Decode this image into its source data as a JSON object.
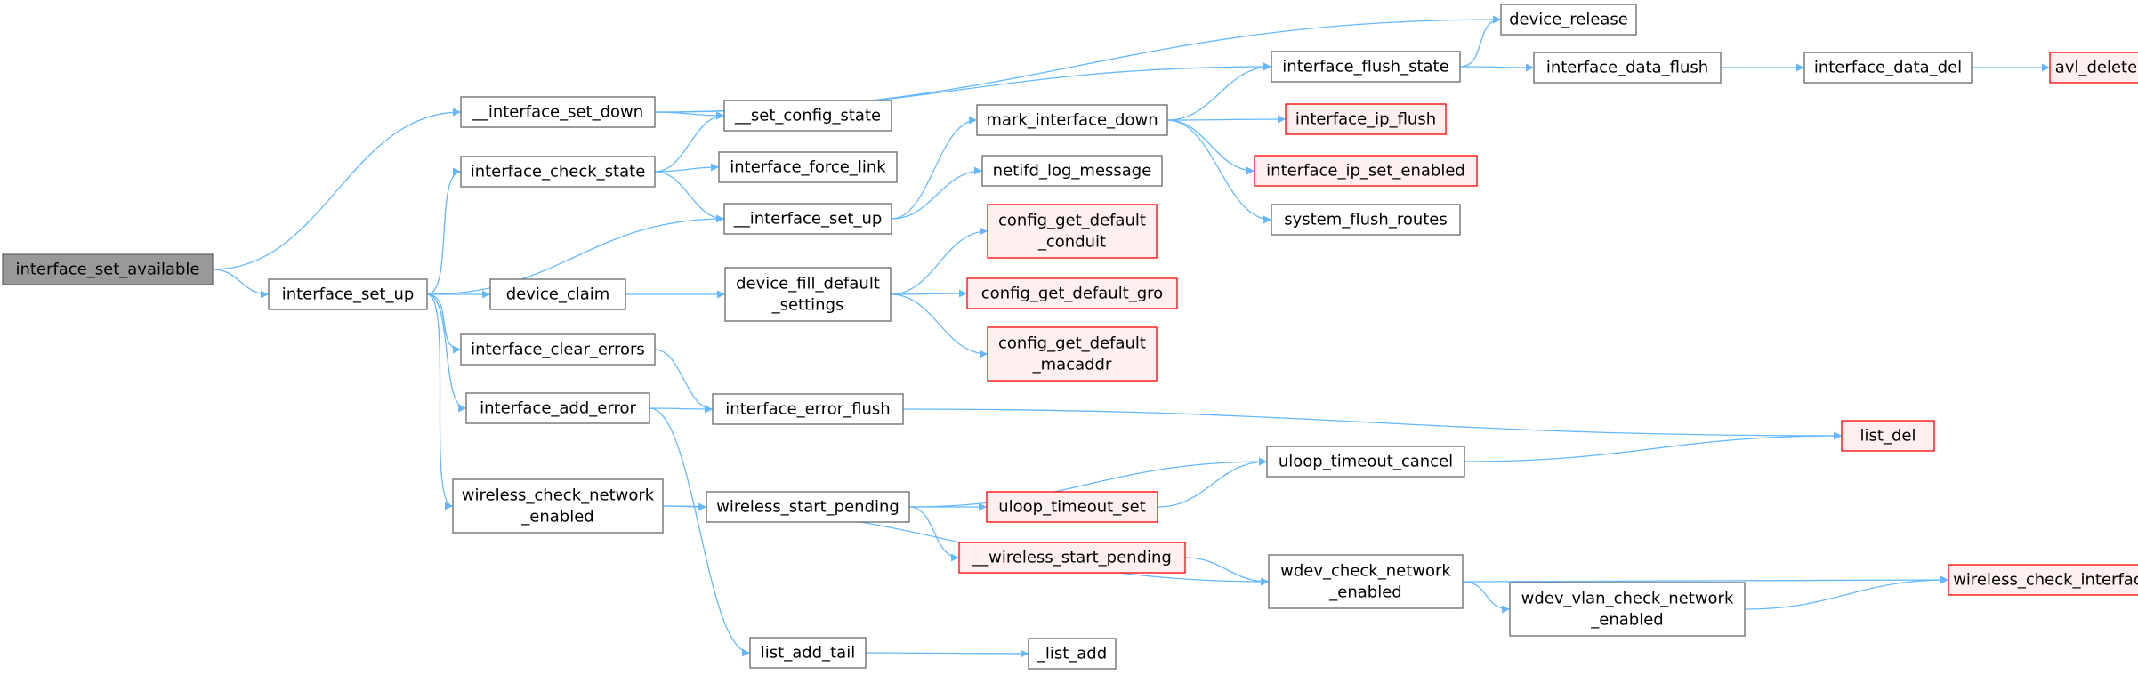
{
  "colors": {
    "edge": "#63b8ff",
    "node_border": "#666666",
    "node_fill": "#ffffff",
    "node_text": "#000000",
    "focus_fill": "#999999",
    "focus_border": "#666666",
    "external_border": "#ff0000",
    "external_fill": "#fff0f0"
  },
  "nodes": {
    "interface_set_available": {
      "lines": [
        "interface_set_available"
      ],
      "kind": "focus"
    },
    "interface_set_up": {
      "lines": [
        "interface_set_up"
      ],
      "kind": "normal"
    },
    "__interface_set_down": {
      "lines": [
        "__interface_set_down"
      ],
      "kind": "normal"
    },
    "interface_check_state": {
      "lines": [
        "interface_check_state"
      ],
      "kind": "normal"
    },
    "device_claim": {
      "lines": [
        "device_claim"
      ],
      "kind": "normal"
    },
    "interface_clear_errors": {
      "lines": [
        "interface_clear_errors"
      ],
      "kind": "normal"
    },
    "interface_add_error": {
      "lines": [
        "interface_add_error"
      ],
      "kind": "normal"
    },
    "wireless_check_network_enabled": {
      "lines": [
        "wireless_check_network",
        "_enabled"
      ],
      "kind": "normal"
    },
    "__set_config_state": {
      "lines": [
        "__set_config_state"
      ],
      "kind": "normal"
    },
    "interface_force_link": {
      "lines": [
        "interface_force_link"
      ],
      "kind": "normal"
    },
    "__interface_set_up": {
      "lines": [
        "__interface_set_up"
      ],
      "kind": "normal"
    },
    "device_fill_default_settings": {
      "lines": [
        "device_fill_default",
        "_settings"
      ],
      "kind": "normal"
    },
    "interface_error_flush": {
      "lines": [
        "interface_error_flush"
      ],
      "kind": "normal"
    },
    "wireless_start_pending": {
      "lines": [
        "wireless_start_pending"
      ],
      "kind": "normal"
    },
    "list_add_tail": {
      "lines": [
        "list_add_tail"
      ],
      "kind": "normal"
    },
    "mark_interface_down": {
      "lines": [
        "mark_interface_down"
      ],
      "kind": "normal"
    },
    "netifd_log_message": {
      "lines": [
        "netifd_log_message"
      ],
      "kind": "normal"
    },
    "config_get_default_conduit": {
      "lines": [
        "config_get_default",
        "_conduit"
      ],
      "kind": "external"
    },
    "config_get_default_gro": {
      "lines": [
        "config_get_default_gro"
      ],
      "kind": "external"
    },
    "config_get_default_macaddr": {
      "lines": [
        "config_get_default",
        "_macaddr"
      ],
      "kind": "external"
    },
    "uloop_timeout_set": {
      "lines": [
        "uloop_timeout_set"
      ],
      "kind": "external"
    },
    "__wireless_start_pending": {
      "lines": [
        "__wireless_start_pending"
      ],
      "kind": "external"
    },
    "_list_add": {
      "lines": [
        "_list_add"
      ],
      "kind": "normal"
    },
    "device_release": {
      "lines": [
        "device_release"
      ],
      "kind": "normal"
    },
    "interface_flush_state": {
      "lines": [
        "interface_flush_state"
      ],
      "kind": "normal"
    },
    "interface_ip_flush": {
      "lines": [
        "interface_ip_flush"
      ],
      "kind": "external"
    },
    "interface_ip_set_enabled": {
      "lines": [
        "interface_ip_set_enabled"
      ],
      "kind": "external"
    },
    "system_flush_routes": {
      "lines": [
        "system_flush_routes"
      ],
      "kind": "normal"
    },
    "uloop_timeout_cancel": {
      "lines": [
        "uloop_timeout_cancel"
      ],
      "kind": "normal"
    },
    "wdev_check_network_enabled": {
      "lines": [
        "wdev_check_network",
        "_enabled"
      ],
      "kind": "normal"
    },
    "interface_data_flush": {
      "lines": [
        "interface_data_flush"
      ],
      "kind": "normal"
    },
    "wdev_vlan_check_network_enabled": {
      "lines": [
        "wdev_vlan_check_network",
        "_enabled"
      ],
      "kind": "normal"
    },
    "interface_data_del": {
      "lines": [
        "interface_data_del"
      ],
      "kind": "normal"
    },
    "list_del": {
      "lines": [
        "list_del"
      ],
      "kind": "external"
    },
    "wireless_check_interface": {
      "lines": [
        "wireless_check_interface"
      ],
      "kind": "external"
    },
    "avl_delete": {
      "lines": [
        "avl_delete"
      ],
      "kind": "external"
    }
  },
  "edges": [
    [
      "interface_set_available",
      "__interface_set_down"
    ],
    [
      "interface_set_available",
      "interface_set_up"
    ],
    [
      "__interface_set_down",
      "device_release"
    ],
    [
      "__interface_set_down",
      "interface_flush_state"
    ],
    [
      "__interface_set_down",
      "__set_config_state"
    ],
    [
      "interface_set_up",
      "interface_check_state"
    ],
    [
      "interface_set_up",
      "__interface_set_up"
    ],
    [
      "interface_set_up",
      "device_claim"
    ],
    [
      "interface_set_up",
      "interface_clear_errors"
    ],
    [
      "interface_set_up",
      "interface_add_error"
    ],
    [
      "interface_set_up",
      "wireless_check_network_enabled"
    ],
    [
      "interface_check_state",
      "__set_config_state"
    ],
    [
      "interface_check_state",
      "interface_force_link"
    ],
    [
      "interface_check_state",
      "__interface_set_up"
    ],
    [
      "__interface_set_up",
      "mark_interface_down"
    ],
    [
      "__interface_set_up",
      "netifd_log_message"
    ],
    [
      "device_claim",
      "device_fill_default_settings"
    ],
    [
      "device_fill_default_settings",
      "config_get_default_conduit"
    ],
    [
      "device_fill_default_settings",
      "config_get_default_gro"
    ],
    [
      "device_fill_default_settings",
      "config_get_default_macaddr"
    ],
    [
      "interface_clear_errors",
      "interface_error_flush"
    ],
    [
      "interface_add_error",
      "interface_error_flush"
    ],
    [
      "interface_add_error",
      "list_add_tail"
    ],
    [
      "interface_error_flush",
      "list_del"
    ],
    [
      "wireless_check_network_enabled",
      "wireless_start_pending"
    ],
    [
      "wireless_check_network_enabled",
      "wdev_check_network_enabled"
    ],
    [
      "wireless_start_pending",
      "uloop_timeout_cancel"
    ],
    [
      "wireless_start_pending",
      "uloop_timeout_set"
    ],
    [
      "wireless_start_pending",
      "__wireless_start_pending"
    ],
    [
      "uloop_timeout_set",
      "uloop_timeout_cancel"
    ],
    [
      "__wireless_start_pending",
      "wdev_check_network_enabled"
    ],
    [
      "uloop_timeout_cancel",
      "list_del"
    ],
    [
      "wdev_check_network_enabled",
      "wireless_check_interface"
    ],
    [
      "wdev_check_network_enabled",
      "wdev_vlan_check_network_enabled"
    ],
    [
      "wdev_vlan_check_network_enabled",
      "wireless_check_interface"
    ],
    [
      "list_add_tail",
      "_list_add"
    ],
    [
      "mark_interface_down",
      "interface_flush_state"
    ],
    [
      "mark_interface_down",
      "interface_ip_flush"
    ],
    [
      "mark_interface_down",
      "interface_ip_set_enabled"
    ],
    [
      "mark_interface_down",
      "system_flush_routes"
    ],
    [
      "interface_flush_state",
      "device_release"
    ],
    [
      "interface_flush_state",
      "interface_data_flush"
    ],
    [
      "interface_data_flush",
      "interface_data_del"
    ],
    [
      "interface_data_del",
      "avl_delete"
    ]
  ]
}
